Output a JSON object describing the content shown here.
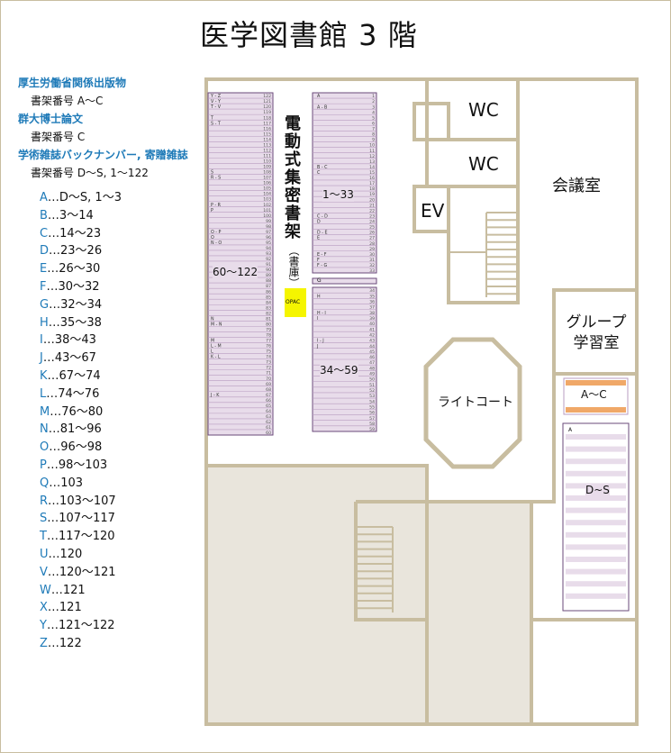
{
  "title": "医学図書館 3 階",
  "legend": [
    {
      "head": "厚生労働省関係出版物",
      "sub": "書架番号 A〜C"
    },
    {
      "head": "群大博士論文",
      "sub": "書架番号 C"
    },
    {
      "head": "学術雑誌バックナンバー, 寄贈雑誌",
      "sub": "書架番号 D〜S, 1〜122"
    }
  ],
  "index": [
    {
      "letter": "A",
      "range": "…D〜S, 1〜3"
    },
    {
      "letter": "B",
      "range": "…3〜14"
    },
    {
      "letter": "C",
      "range": "…14〜23"
    },
    {
      "letter": "D",
      "range": "…23〜26"
    },
    {
      "letter": "E",
      "range": "…26〜30"
    },
    {
      "letter": "F",
      "range": "…30〜32"
    },
    {
      "letter": "G",
      "range": "…32〜34"
    },
    {
      "letter": "H",
      "range": "…35〜38"
    },
    {
      "letter": "I",
      "range": "…38〜43"
    },
    {
      "letter": "J",
      "range": "…43〜67"
    },
    {
      "letter": "K",
      "range": "…67〜74"
    },
    {
      "letter": "L",
      "range": "…74〜76"
    },
    {
      "letter": "M",
      "range": "…76〜80"
    },
    {
      "letter": "N",
      "range": "…81〜96"
    },
    {
      "letter": "O",
      "range": "…96〜98"
    },
    {
      "letter": "P",
      "range": "…98〜103"
    },
    {
      "letter": "Q",
      "range": "…103"
    },
    {
      "letter": "R",
      "range": "…103〜107"
    },
    {
      "letter": "S",
      "range": "…107〜117"
    },
    {
      "letter": "T",
      "range": "…117〜120"
    },
    {
      "letter": "U",
      "range": "…120"
    },
    {
      "letter": "V",
      "range": "…120〜121"
    },
    {
      "letter": "W",
      "range": "…121"
    },
    {
      "letter": "X",
      "range": "…121"
    },
    {
      "letter": "Y",
      "range": "…121〜122"
    },
    {
      "letter": "Z",
      "range": "…122"
    }
  ],
  "rooms": {
    "wc1": "WC",
    "wc2": "WC",
    "ev": "EV",
    "meeting": "会議室",
    "group_study": "グループ学習室",
    "light_court": "ライトコート",
    "stack_label": "電動式集密書架",
    "stack_sub": "（書庫）",
    "opac": "OPAC"
  },
  "shelves": {
    "left_range": "60〜122",
    "mid_top_range": "1〜33",
    "mid_bottom_range": "34〜59",
    "right_top": "A〜C",
    "right_bottom": "D~S",
    "right_bottom_corner": "A",
    "mid_g_label": "G",
    "left_tags": [
      {
        "row": 0,
        "text": "Y - Z"
      },
      {
        "row": 1,
        "text": "V - Y"
      },
      {
        "row": 2,
        "text": "T - V"
      },
      {
        "row": 4,
        "text": "T"
      },
      {
        "row": 5,
        "text": "S - T"
      },
      {
        "row": 14,
        "text": "S"
      },
      {
        "row": 15,
        "text": "R - S"
      },
      {
        "row": 20,
        "text": "P - R"
      },
      {
        "row": 21,
        "text": "P"
      },
      {
        "row": 25,
        "text": "O - P"
      },
      {
        "row": 26,
        "text": "O"
      },
      {
        "row": 27,
        "text": "N - O"
      },
      {
        "row": 41,
        "text": "N"
      },
      {
        "row": 42,
        "text": "M - N"
      },
      {
        "row": 45,
        "text": "M"
      },
      {
        "row": 46,
        "text": "L - M"
      },
      {
        "row": 47,
        "text": "L"
      },
      {
        "row": 48,
        "text": "K - L"
      },
      {
        "row": 55,
        "text": "J - K"
      }
    ],
    "mid_top_tags": [
      {
        "row": 0,
        "text": "A"
      },
      {
        "row": 2,
        "text": "A - B"
      },
      {
        "row": 13,
        "text": "B - C"
      },
      {
        "row": 14,
        "text": "C"
      },
      {
        "row": 22,
        "text": "C - D"
      },
      {
        "row": 23,
        "text": "D"
      },
      {
        "row": 25,
        "text": "D - E"
      },
      {
        "row": 26,
        "text": "E"
      },
      {
        "row": 29,
        "text": "E - F"
      },
      {
        "row": 30,
        "text": "F"
      },
      {
        "row": 31,
        "text": "F - G"
      }
    ],
    "mid_bottom_tags": [
      {
        "row": 1,
        "text": "H"
      },
      {
        "row": 4,
        "text": "H - I"
      },
      {
        "row": 5,
        "text": "I"
      },
      {
        "row": 9,
        "text": "I - J"
      },
      {
        "row": 10,
        "text": "J"
      }
    ]
  }
}
